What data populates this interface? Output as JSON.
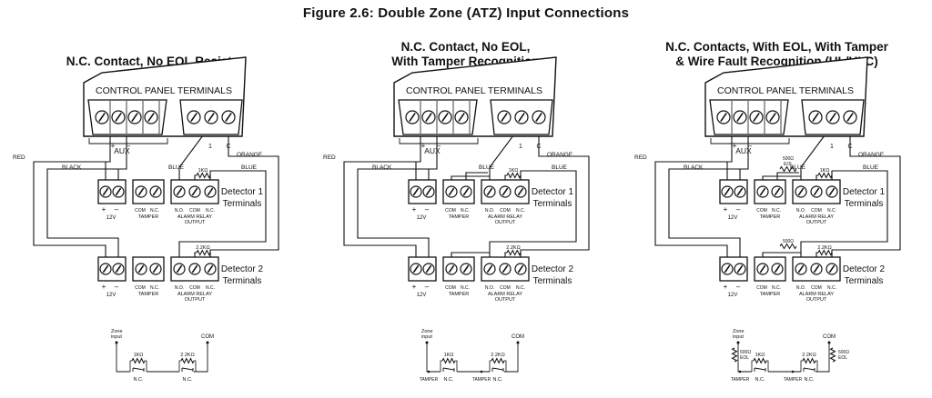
{
  "figure_title": "Figure 2.6:  Double Zone (ATZ) Input Connections",
  "panel_terminals_label": "CONTROL PANEL TERMINALS",
  "aux_label": "AUX",
  "plus": "+",
  "minus": "–",
  "term_1": "1",
  "term_c": "C",
  "wire_red": "RED",
  "wire_black": "BLACK",
  "wire_blue": "BLUE",
  "wire_orange": "ORANGE",
  "v12": "12V",
  "com": "COM",
  "nc": "N.C.",
  "no": "N.O.",
  "tamper": "TAMPER",
  "alarm_relay": "ALARM RELAY",
  "output": "OUTPUT",
  "detector1": "Detector 1",
  "detector2": "Detector 2",
  "terminals": "Terminals",
  "r1k": "1KΩ",
  "r2k2": "2.2KΩ",
  "r2k2b": "2.2K",
  "r500": "500Ω",
  "eol": "EOL",
  "zone": "Zone",
  "input": "input",
  "schem_com": "COM",
  "panels": [
    {
      "title": [
        "N.C. Contact, No EOL Resistor"
      ]
    },
    {
      "title": [
        "N.C. Contact, No EOL,",
        "With Tamper Recognition"
      ]
    },
    {
      "title": [
        "N.C. Contacts, With EOL, With Tamper",
        "& Wire Fault Recognition (UL/ULC)"
      ]
    }
  ]
}
